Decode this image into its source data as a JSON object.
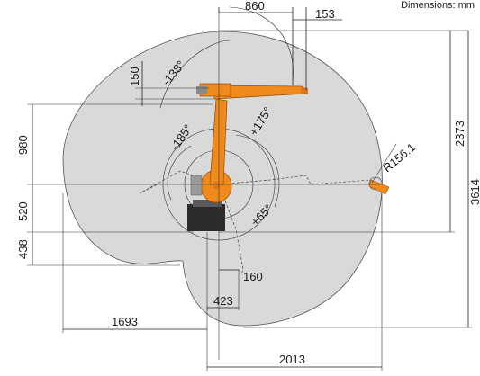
{
  "header": {
    "units_note": "Dimensions: mm"
  },
  "dimensions": {
    "d860": "860",
    "d153": "153",
    "d150": "150",
    "d980": "980",
    "d520": "520",
    "d438": "438",
    "d2373": "2373",
    "d3614": "3614",
    "d160": "160",
    "d423": "423",
    "d1693": "1693",
    "d2013": "2013",
    "r156": "R156.1"
  },
  "angles": {
    "a_m138": "-138°",
    "a_p175": "+175°",
    "a_m185": "-185°",
    "a_p65": "+65°"
  },
  "colors": {
    "envelope_fill": "#d9d9d9",
    "robot_orange": "#f08a1c",
    "robot_dark": "#2b2b2b",
    "robot_grey": "#8a8a8a"
  }
}
